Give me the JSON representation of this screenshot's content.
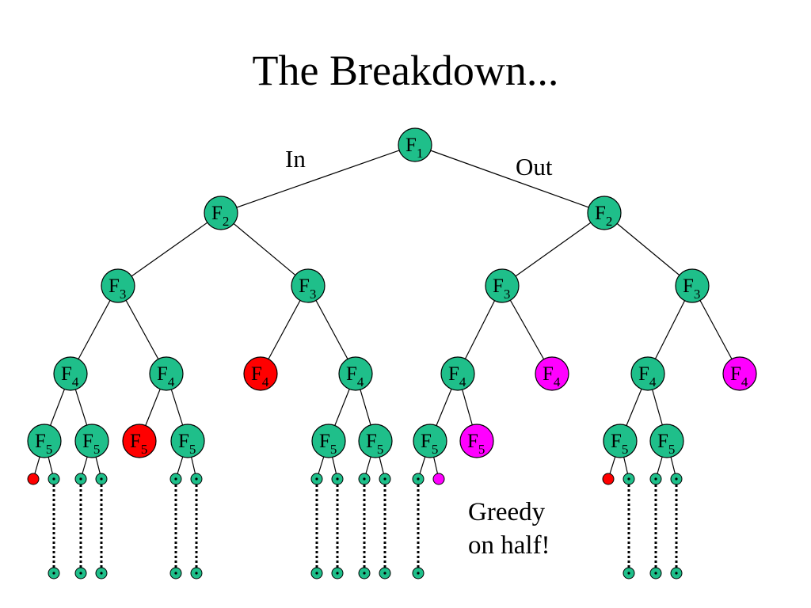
{
  "title": "The Breakdown...",
  "edge_labels": {
    "in": "In",
    "out": "Out"
  },
  "note": {
    "line1": "Greedy",
    "line2": "on half!"
  },
  "colors": {
    "normal": "#1fbf8a",
    "pruned": "#ff0000",
    "greedy": "#ff00ff",
    "edge": "#000000",
    "background": "#ffffff"
  },
  "nodes": [
    {
      "id": "f1",
      "label": "F",
      "sub": "1",
      "color": "normal"
    },
    {
      "id": "f2a",
      "label": "F",
      "sub": "2",
      "color": "normal"
    },
    {
      "id": "f2b",
      "label": "F",
      "sub": "2",
      "color": "normal"
    },
    {
      "id": "f3a",
      "label": "F",
      "sub": "3",
      "color": "normal"
    },
    {
      "id": "f3b",
      "label": "F",
      "sub": "3",
      "color": "normal"
    },
    {
      "id": "f3c",
      "label": "F",
      "sub": "3",
      "color": "normal"
    },
    {
      "id": "f3d",
      "label": "F",
      "sub": "3",
      "color": "normal"
    },
    {
      "id": "f4a",
      "label": "F",
      "sub": "4",
      "color": "normal"
    },
    {
      "id": "f4b",
      "label": "F",
      "sub": "4",
      "color": "normal"
    },
    {
      "id": "f4c",
      "label": "F",
      "sub": "4",
      "color": "pruned"
    },
    {
      "id": "f4d",
      "label": "F",
      "sub": "4",
      "color": "normal"
    },
    {
      "id": "f4e",
      "label": "F",
      "sub": "4",
      "color": "normal"
    },
    {
      "id": "f4f",
      "label": "F",
      "sub": "4",
      "color": "greedy"
    },
    {
      "id": "f4g",
      "label": "F",
      "sub": "4",
      "color": "normal"
    },
    {
      "id": "f4h",
      "label": "F",
      "sub": "4",
      "color": "greedy"
    },
    {
      "id": "f5a",
      "label": "F",
      "sub": "5",
      "color": "normal"
    },
    {
      "id": "f5b",
      "label": "F",
      "sub": "5",
      "color": "normal"
    },
    {
      "id": "f5c",
      "label": "F",
      "sub": "5",
      "color": "pruned"
    },
    {
      "id": "f5d",
      "label": "F",
      "sub": "5",
      "color": "normal"
    },
    {
      "id": "f5e",
      "label": "F",
      "sub": "5",
      "color": "normal"
    },
    {
      "id": "f5f",
      "label": "F",
      "sub": "5",
      "color": "normal"
    },
    {
      "id": "f5g",
      "label": "F",
      "sub": "5",
      "color": "normal"
    },
    {
      "id": "f5h",
      "label": "F",
      "sub": "5",
      "color": "greedy"
    },
    {
      "id": "f5i",
      "label": "F",
      "sub": "5",
      "color": "normal"
    },
    {
      "id": "f5j",
      "label": "F",
      "sub": "5",
      "color": "normal"
    }
  ],
  "edges": [
    [
      "f1",
      "f2a"
    ],
    [
      "f1",
      "f2b"
    ],
    [
      "f2a",
      "f3a"
    ],
    [
      "f2a",
      "f3b"
    ],
    [
      "f2b",
      "f3c"
    ],
    [
      "f2b",
      "f3d"
    ],
    [
      "f3a",
      "f4a"
    ],
    [
      "f3a",
      "f4b"
    ],
    [
      "f3b",
      "f4c"
    ],
    [
      "f3b",
      "f4d"
    ],
    [
      "f3c",
      "f4e"
    ],
    [
      "f3c",
      "f4f"
    ],
    [
      "f3d",
      "f4g"
    ],
    [
      "f3d",
      "f4h"
    ],
    [
      "f4a",
      "f5a"
    ],
    [
      "f4a",
      "f5b"
    ],
    [
      "f4b",
      "f5c"
    ],
    [
      "f4b",
      "f5d"
    ],
    [
      "f4d",
      "f5e"
    ],
    [
      "f4d",
      "f5f"
    ],
    [
      "f4e",
      "f5g"
    ],
    [
      "f4e",
      "f5h"
    ],
    [
      "f4g",
      "f5i"
    ],
    [
      "f4g",
      "f5j"
    ]
  ],
  "leaves": [
    {
      "parent": "f5a",
      "color": "pruned",
      "continues": false
    },
    {
      "parent": "f5a",
      "color": "normal",
      "continues": true
    },
    {
      "parent": "f5b",
      "color": "normal",
      "continues": true
    },
    {
      "parent": "f5b",
      "color": "normal",
      "continues": true
    },
    {
      "parent": "f5d",
      "color": "normal",
      "continues": true
    },
    {
      "parent": "f5d",
      "color": "normal",
      "continues": true
    },
    {
      "parent": "f5e",
      "color": "normal",
      "continues": true
    },
    {
      "parent": "f5e",
      "color": "normal",
      "continues": true
    },
    {
      "parent": "f5f",
      "color": "normal",
      "continues": true
    },
    {
      "parent": "f5f",
      "color": "normal",
      "continues": true
    },
    {
      "parent": "f5g",
      "color": "normal",
      "continues": true
    },
    {
      "parent": "f5g",
      "color": "greedy",
      "continues": false
    },
    {
      "parent": "f5i",
      "color": "pruned",
      "continues": false
    },
    {
      "parent": "f5i",
      "color": "normal",
      "continues": true
    },
    {
      "parent": "f5j",
      "color": "normal",
      "continues": true
    },
    {
      "parent": "f5j",
      "color": "normal",
      "continues": true
    }
  ]
}
